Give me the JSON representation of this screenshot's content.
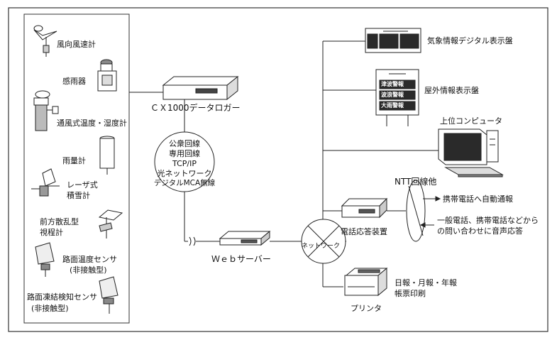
{
  "sensors": {
    "anemometer": "風向風速計",
    "rain_detector": "感雨器",
    "thermo_hygrometer": "通風式温度・湿度計",
    "rain_gauge": "雨量計",
    "snow_gauge_line1": "レーザ式",
    "snow_gauge_line2": "積雪計",
    "visibility_line1": "前方散乱型",
    "visibility_line2": "視程計",
    "road_temp_line1": "路面温度センサ",
    "road_temp_line2": "(非接触型)",
    "road_freeze_line1": "路面凍結検知センサ",
    "road_freeze_line2": "(非接触型)"
  },
  "logger": {
    "label": "ＣＸ1000データロガー"
  },
  "lines": {
    "public": "公衆回線",
    "dedicated": "専用回線",
    "tcpip": "TCP/IP",
    "optical": "光ネットワーク",
    "wireless": "デジタルMCA無線"
  },
  "web_server": {
    "label": "Ｗｅｂサーバー"
  },
  "network": {
    "label": "ネットワーク"
  },
  "outputs": {
    "weather_display": "気象情報デジタル表示盤",
    "outdoor_display": "屋外情報表示盤",
    "outdoor_rows": [
      "津波警報",
      "波浪警報",
      "大雨警報"
    ],
    "computer": "上位コンピュータ",
    "phone_system": "電話応答装置",
    "ntt": "NTT回線他",
    "auto_call": "携帯電話へ自動通報",
    "inquiry_line1": "一般電話、携帯電話などから",
    "inquiry_line2": "の問い合わせに音声応答",
    "printer": "プリンタ",
    "reports_line1": "日報・月報・年報",
    "reports_line2": "帳票印刷"
  },
  "colors": {
    "line": "#222222",
    "frame": "#333333",
    "panel_dark": "#2a2a2a"
  }
}
